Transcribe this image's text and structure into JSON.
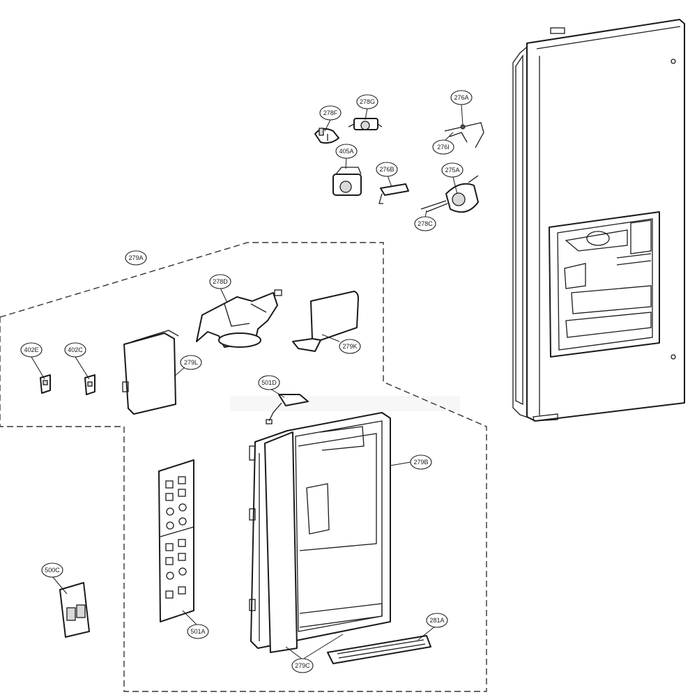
{
  "diagram": {
    "callouts": [
      {
        "id": "c278F",
        "label": "278F"
      },
      {
        "id": "c278G",
        "label": "278G"
      },
      {
        "id": "c276A",
        "label": "276A"
      },
      {
        "id": "c276I",
        "label": "276I"
      },
      {
        "id": "c405A",
        "label": "405A"
      },
      {
        "id": "c276B",
        "label": "276B"
      },
      {
        "id": "c275A",
        "label": "275A"
      },
      {
        "id": "c278C",
        "label": "278C"
      },
      {
        "id": "c279A",
        "label": "279A"
      },
      {
        "id": "c278D",
        "label": "278D"
      },
      {
        "id": "c402E",
        "label": "402E"
      },
      {
        "id": "c402C",
        "label": "402C"
      },
      {
        "id": "c279L",
        "label": "279L"
      },
      {
        "id": "c279K",
        "label": "279K"
      },
      {
        "id": "c501D",
        "label": "501D"
      },
      {
        "id": "c279B",
        "label": "279B"
      },
      {
        "id": "c500C",
        "label": "500C"
      },
      {
        "id": "c501A",
        "label": "501A"
      },
      {
        "id": "c279C",
        "label": "279C"
      },
      {
        "id": "c281A",
        "label": "281A"
      }
    ]
  }
}
